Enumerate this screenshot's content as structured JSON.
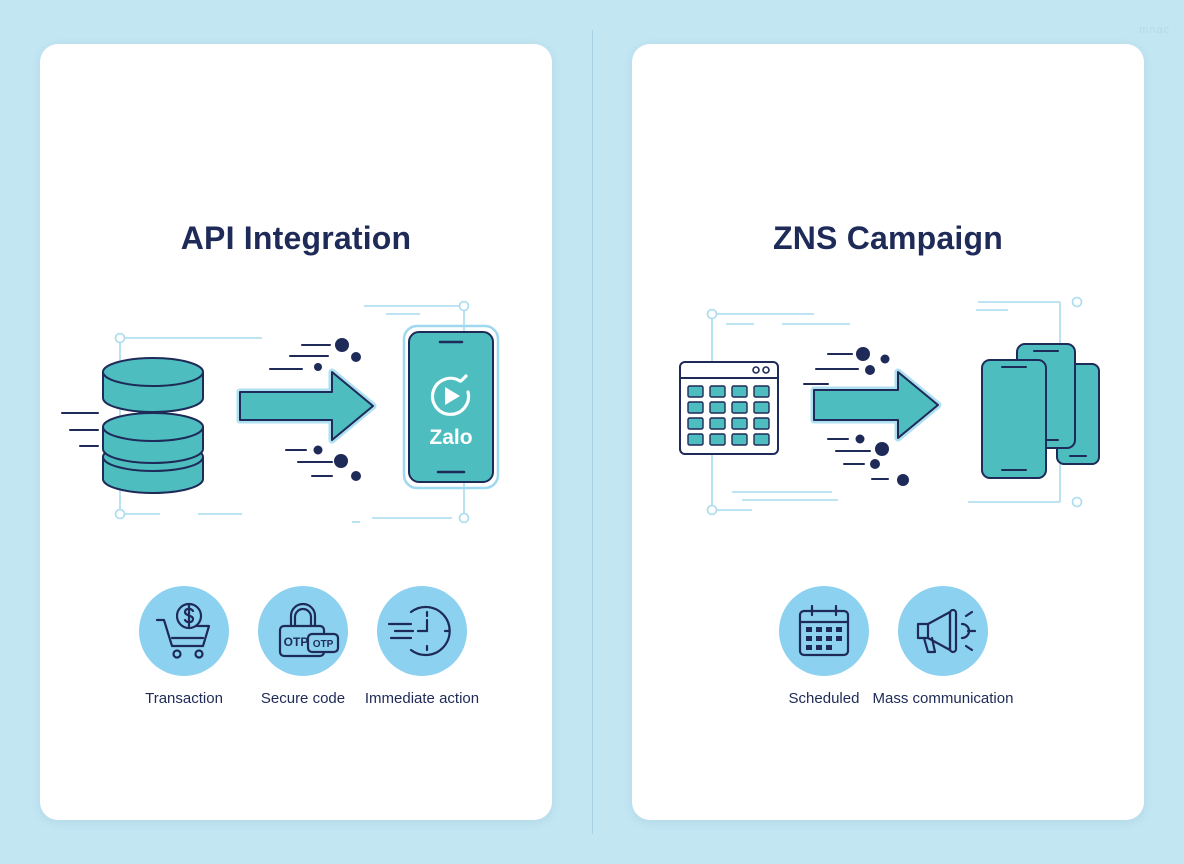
{
  "watermark": "mnac",
  "colors": {
    "background": "#c3e6f3",
    "card": "#ffffff",
    "title": "#1e2a57",
    "teal": "#4dbdc0",
    "navy": "#1e2a57",
    "feature_circle": "#8dd1f0",
    "guide_line": "#a8dcef"
  },
  "panels": [
    {
      "title": "API Integration",
      "illustration": {
        "source_icon": "database-icon",
        "flow_icon": "arrow-right-icon",
        "target_icon": "phone-icon",
        "target_label": "Zalo"
      },
      "features": [
        {
          "icon": "cart-dollar-icon",
          "label": "Transaction"
        },
        {
          "icon": "lock-otp-icon",
          "label": "Secure code"
        },
        {
          "icon": "clock-speed-icon",
          "label": "Immediate action"
        }
      ]
    },
    {
      "title": "ZNS Campaign",
      "illustration": {
        "source_icon": "calendar-grid-icon",
        "flow_icon": "arrow-right-icon",
        "target_icon": "phones-stack-icon"
      },
      "features": [
        {
          "icon": "calendar-icon",
          "label": "Scheduled"
        },
        {
          "icon": "megaphone-icon",
          "label": "Mass communication"
        }
      ]
    }
  ]
}
